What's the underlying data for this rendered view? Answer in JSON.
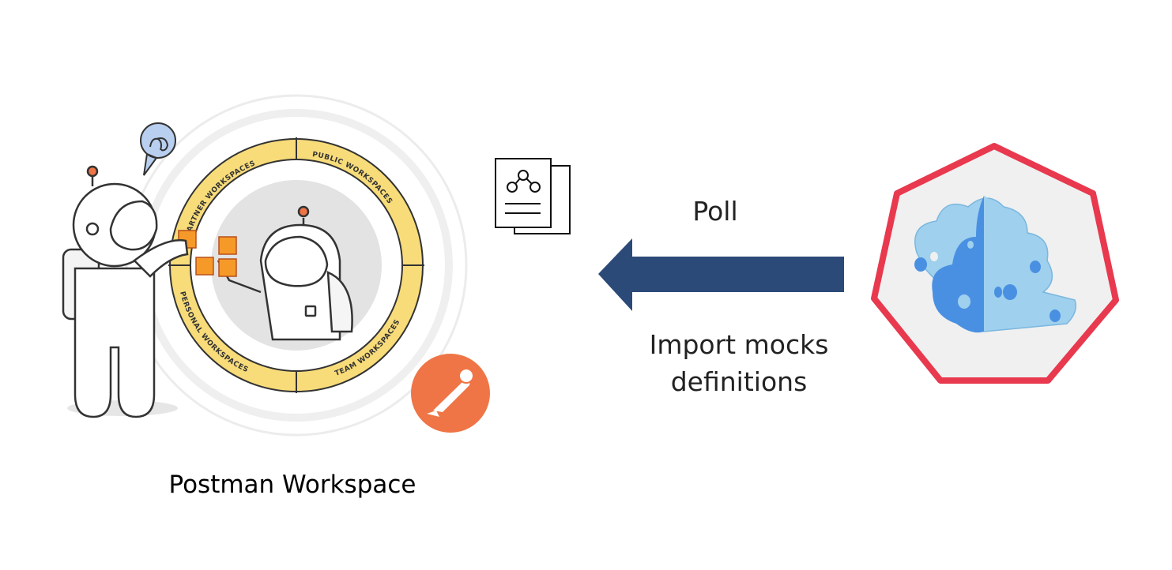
{
  "left_panel": {
    "caption": "Postman Workspace",
    "ring_labels": {
      "partner": "PARTNER WORKSPACES",
      "public": "PUBLIC WORKSPACES",
      "personal": "PERSONAL WORKSPACES",
      "team": "TEAM WORKSPACES"
    }
  },
  "flow": {
    "poll_label": "Poll",
    "import_label_line1": "Import mocks",
    "import_label_line2": "definitions",
    "arrow_direction": "right-to-left"
  },
  "colors": {
    "arrow": "#2c4a78",
    "ring_yellow": "#f8dc7a",
    "postman_orange": "#ef7546",
    "heptagon_border": "#e8394e",
    "heptagon_fill": "#f0f0f0",
    "cloud_dark_blue": "#4a90e2",
    "cloud_light_blue": "#9fd0ee"
  },
  "icons": {
    "document": "api-document-icon",
    "postman_logo": "postman-logo-icon",
    "microcks_logo": "microcks-cloud-icon"
  }
}
